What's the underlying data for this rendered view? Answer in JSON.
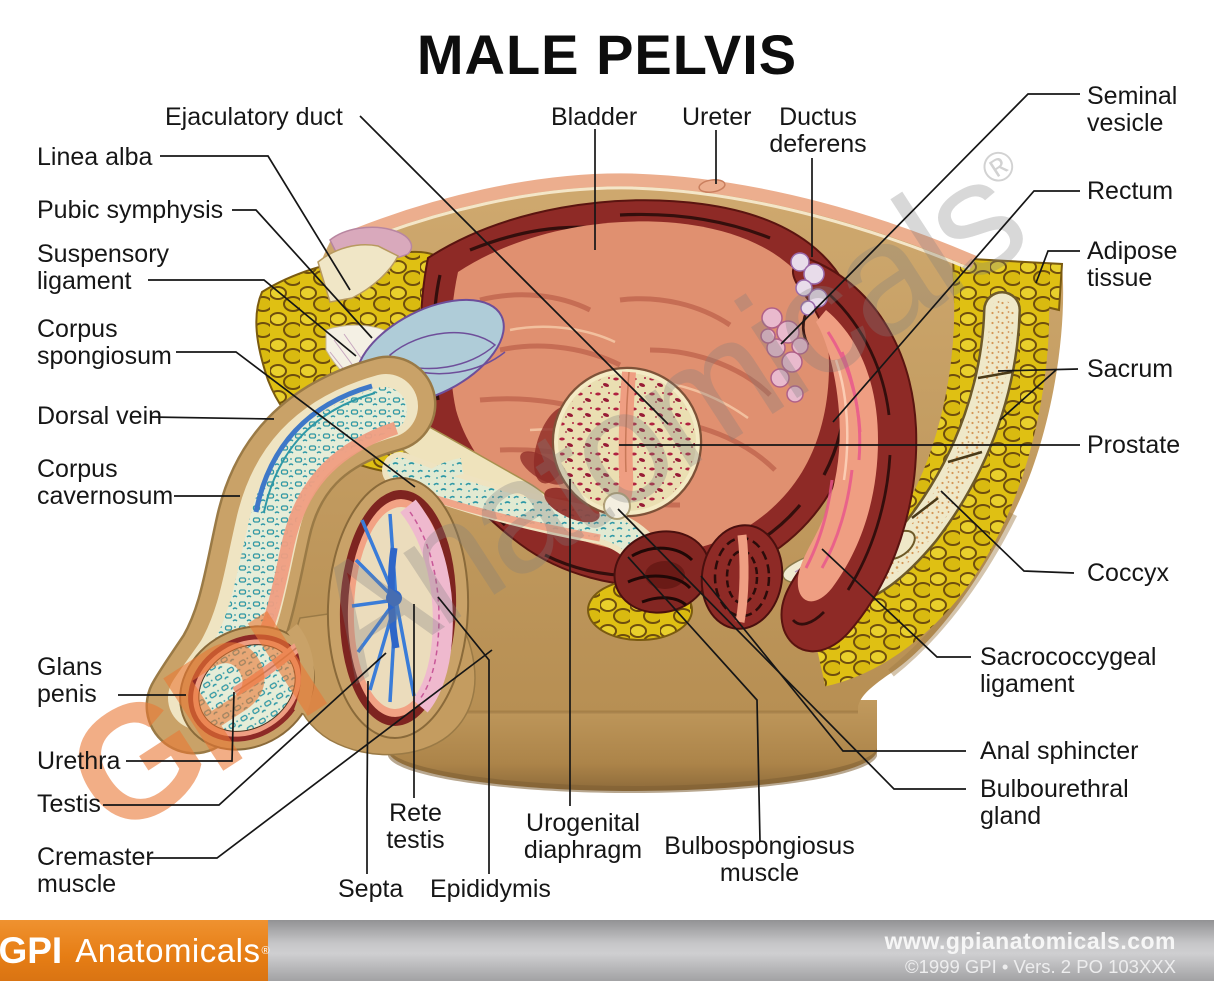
{
  "title": "MALE PELVIS",
  "labels": {
    "ejaculatory_duct": "Ejaculatory duct",
    "linea_alba": "Linea alba",
    "pubic_symphysis": "Pubic symphysis",
    "suspensory_ligament": "Suspensory ligament",
    "corpus_spongiosum": "Corpus spongiosum",
    "dorsal_vein": "Dorsal vein",
    "corpus_cavernosum": "Corpus cavernosum",
    "glans_penis": "Glans penis",
    "urethra": "Urethra",
    "testis": "Testis",
    "cremaster_muscle": "Cremaster muscle",
    "bladder": "Bladder",
    "ureter": "Ureter",
    "ductus_deferens": "Ductus deferens",
    "seminal_vesicle": "Seminal vesicle",
    "rectum": "Rectum",
    "adipose_tissue": "Adipose tissue",
    "sacrum": "Sacrum",
    "prostate": "Prostate",
    "coccyx": "Coccyx",
    "sacrococcygeal_ligament": "Sacrococcygeal ligament",
    "anal_sphincter": "Anal sphincter",
    "bulbourethral_gland": "Bulbourethral gland",
    "rete_testis": "Rete testis",
    "septa": "Septa",
    "epididymis": "Epididymis",
    "urogenital_diaphragm": "Urogenital diaphragm",
    "bulbospongiosus_muscle": "Bulbospongiosus muscle"
  },
  "watermark": {
    "gpi": "GPI",
    "text": " Anatomicals",
    "reg": "®"
  },
  "footer": {
    "brand_gpi": "GPI",
    "brand_name": "Anatomicals",
    "brand_reg": "®",
    "website": "www.gpianatomicals.com",
    "copyright": "©1999 GPI • Vers. 2 PO 103XXX"
  },
  "colors": {
    "accent_orange": "#e67d14",
    "model_tan": "#c9a268",
    "fat_yellow": "#dfc013",
    "muscle_maroon": "#8e2a26",
    "label_text": "#161616"
  }
}
